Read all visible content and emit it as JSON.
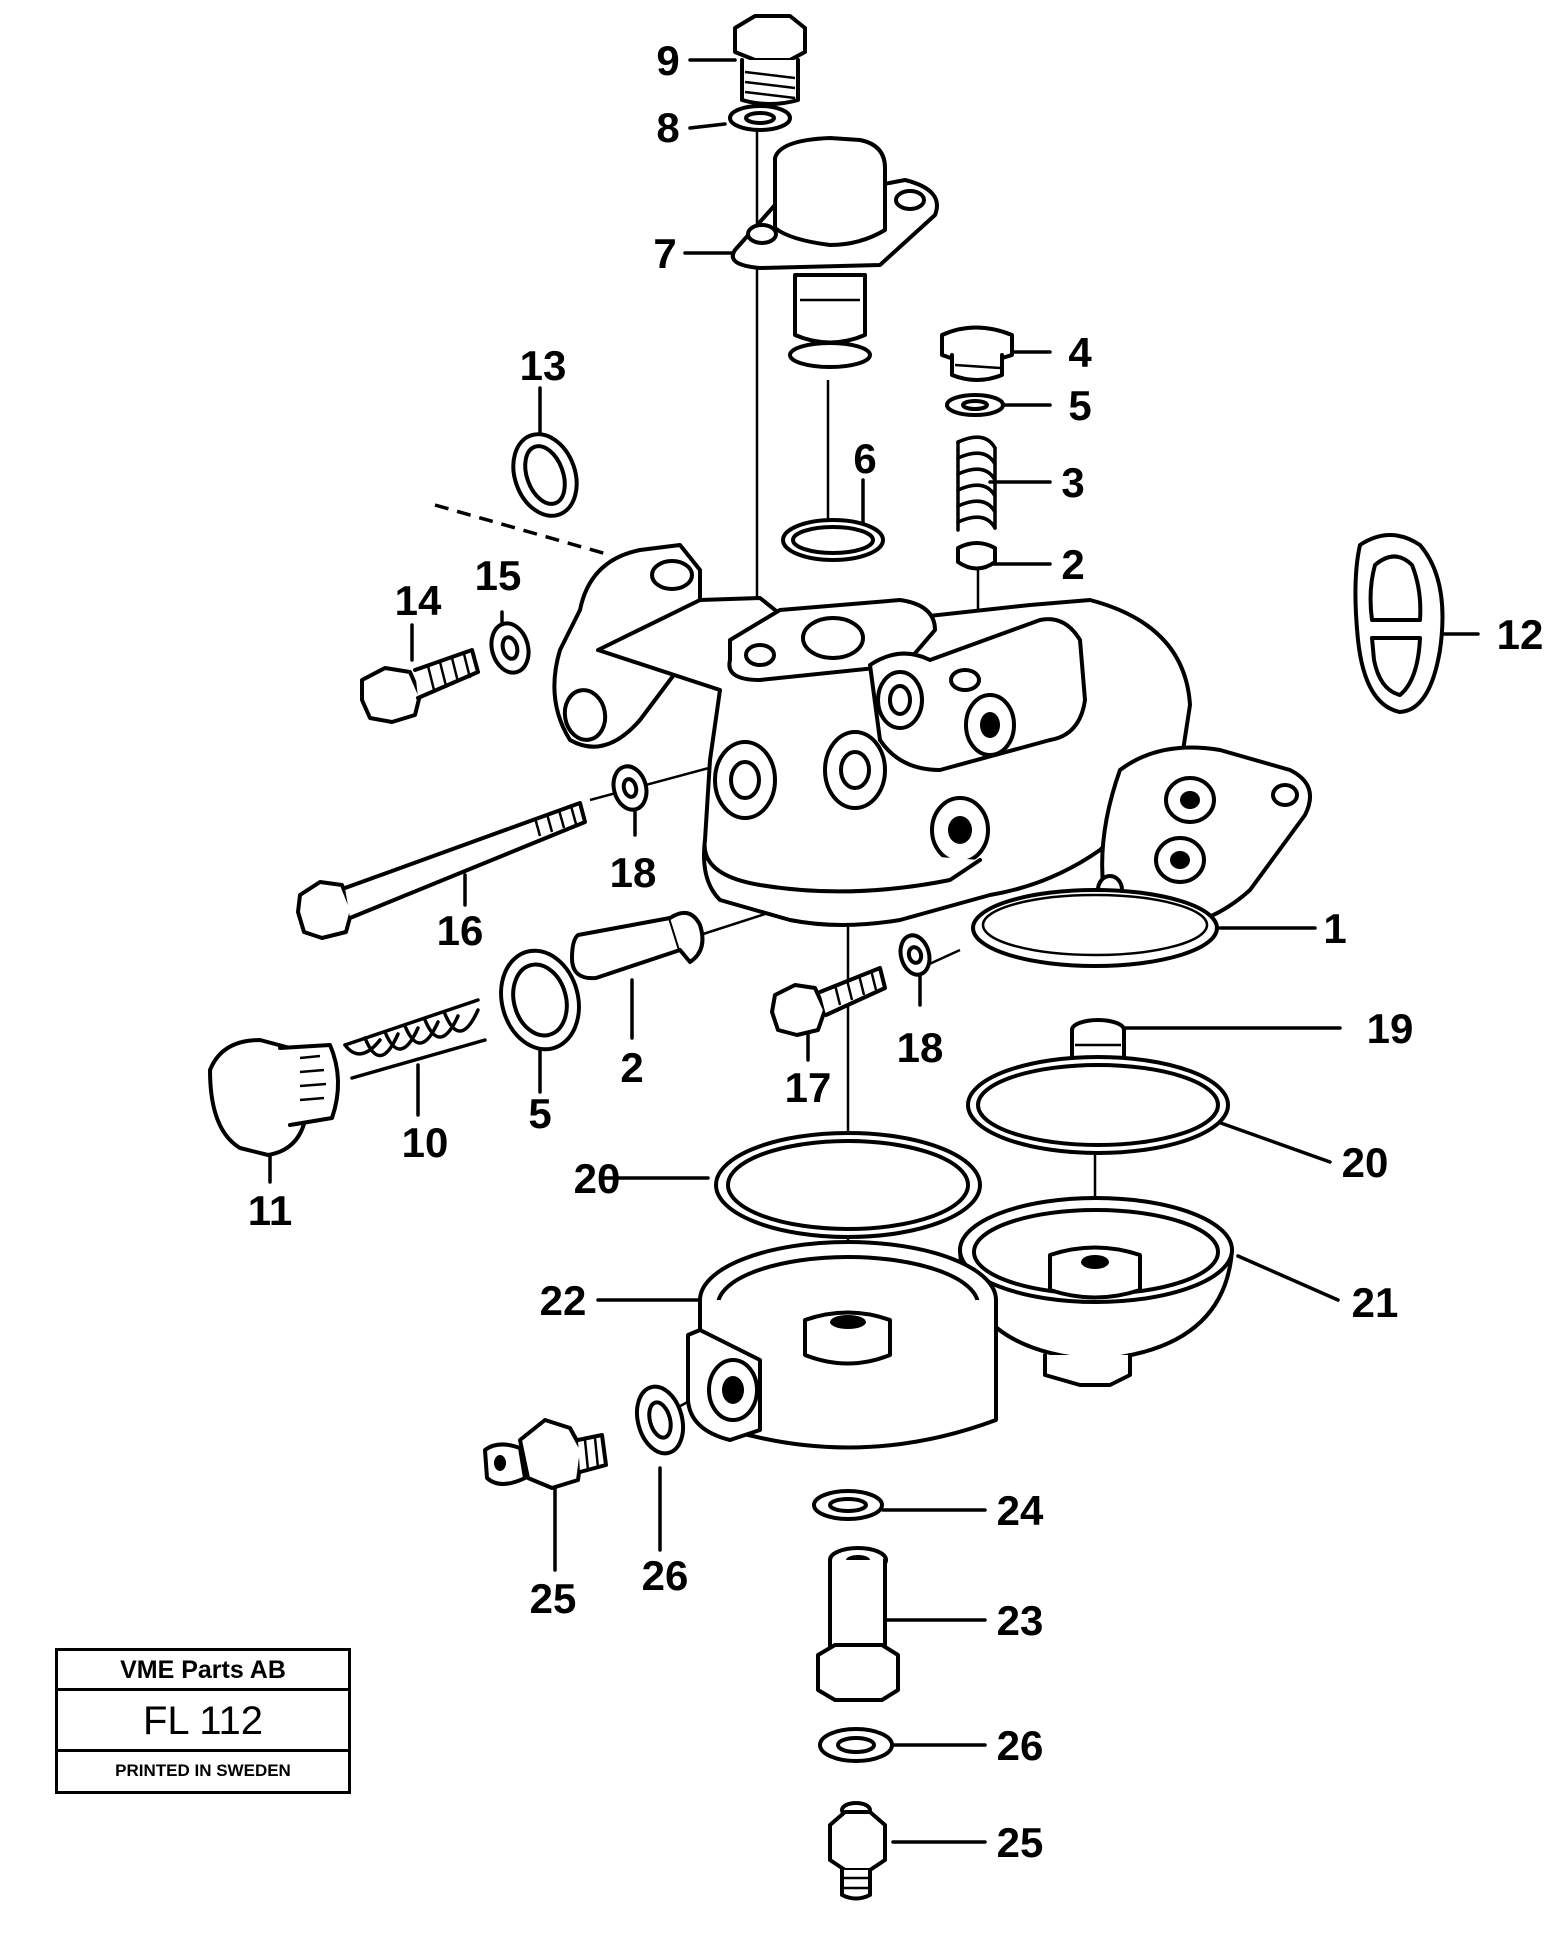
{
  "callouts": [
    "9",
    "8",
    "7",
    "4",
    "5",
    "3",
    "2",
    "6",
    "13",
    "15",
    "14",
    "12",
    "18",
    "16",
    "1",
    "2",
    "18",
    "17",
    "19",
    "5",
    "10",
    "11",
    "20",
    "20",
    "22",
    "21",
    "24",
    "25",
    "26",
    "23",
    "26",
    "25"
  ],
  "title_block": {
    "company": "VME Parts AB",
    "code": "FL 112",
    "printed": "PRINTED IN SWEDEN"
  }
}
